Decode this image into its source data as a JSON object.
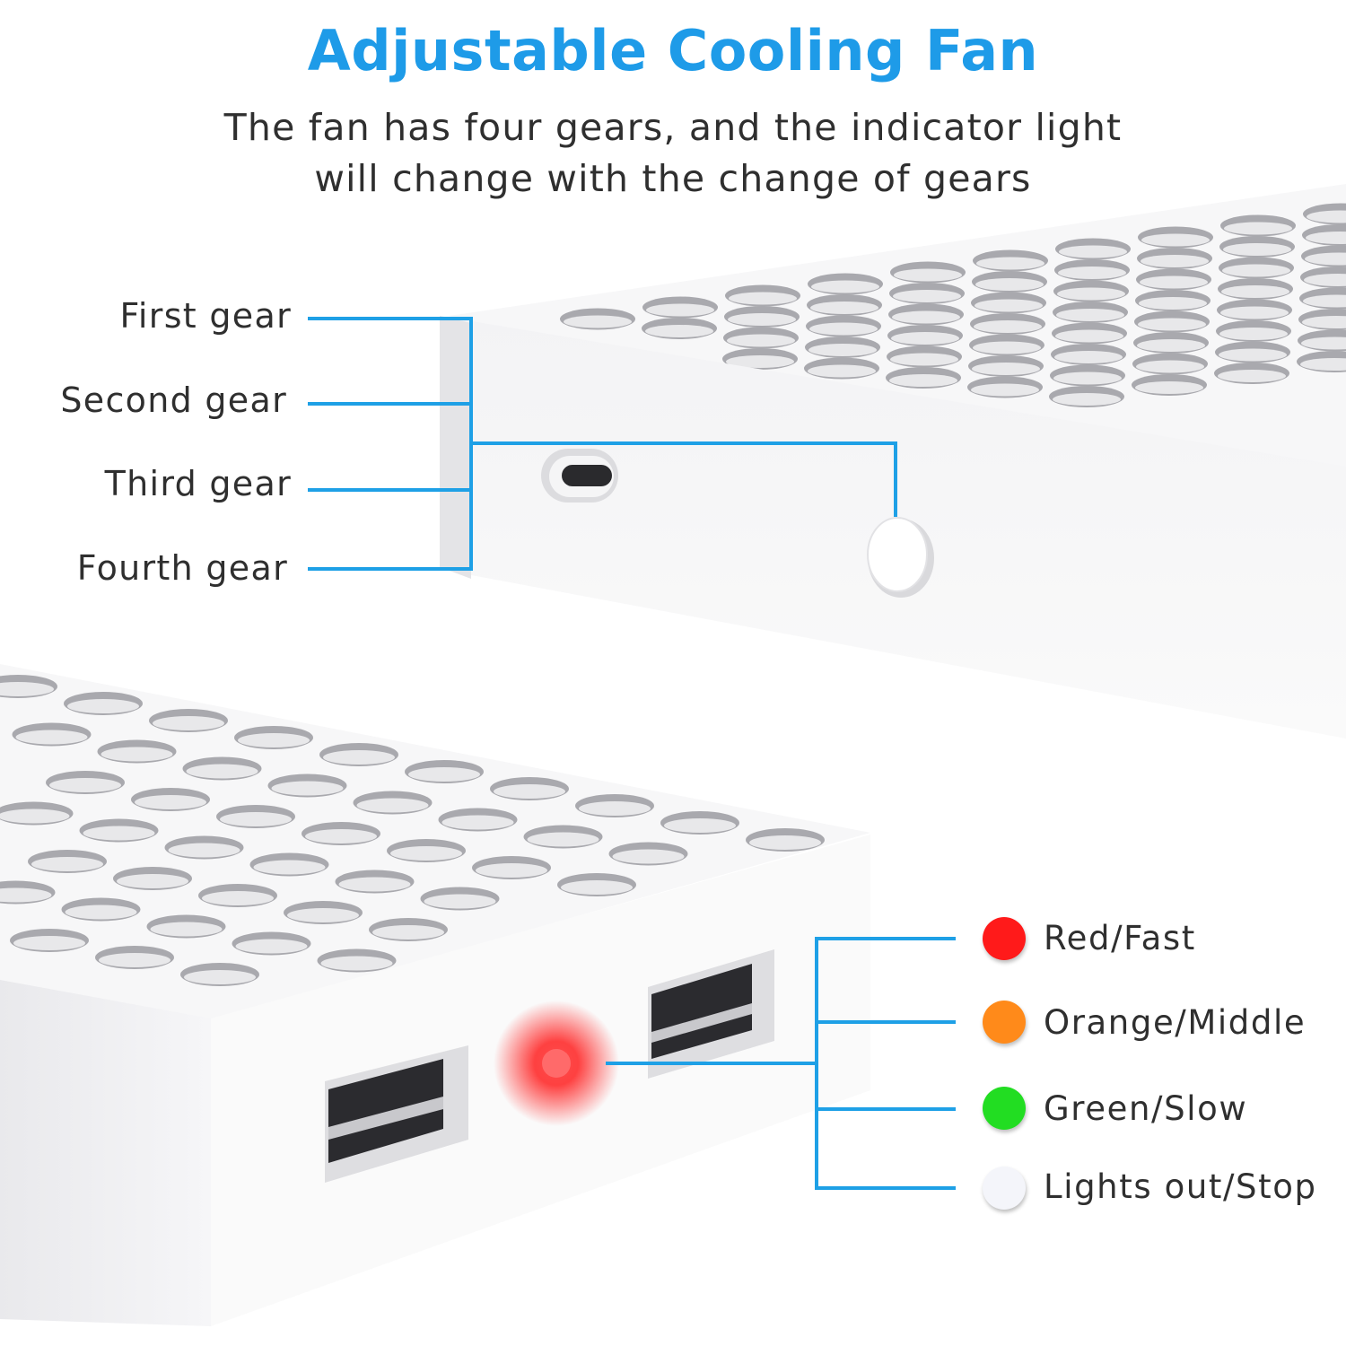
{
  "header": {
    "title": "Adjustable Cooling Fan",
    "subtitle_line1": "The fan has four gears, and the indicator light",
    "subtitle_line2": "will change with the change of gears"
  },
  "gears": [
    {
      "label": "First gear"
    },
    {
      "label": "Second gear"
    },
    {
      "label": "Third gear"
    },
    {
      "label": "Fourth gear"
    }
  ],
  "indicators": [
    {
      "label": "Red/Fast",
      "color": "#ff1a1a"
    },
    {
      "label": "Orange/Middle",
      "color": "#ff8a1a"
    },
    {
      "label": "Green/Slow",
      "color": "#22dd22"
    },
    {
      "label": "Lights out/Stop",
      "color": "#f4f5fa"
    }
  ],
  "colors": {
    "accent": "#1ea0e6",
    "title": "#1e9be8",
    "led_glow": "#ff2020"
  }
}
